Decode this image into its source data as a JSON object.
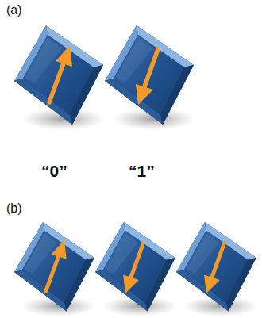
{
  "diagram": {
    "labels": [
      "(a)",
      "“0”",
      "“1”",
      "(b)"
    ]
  }
}
